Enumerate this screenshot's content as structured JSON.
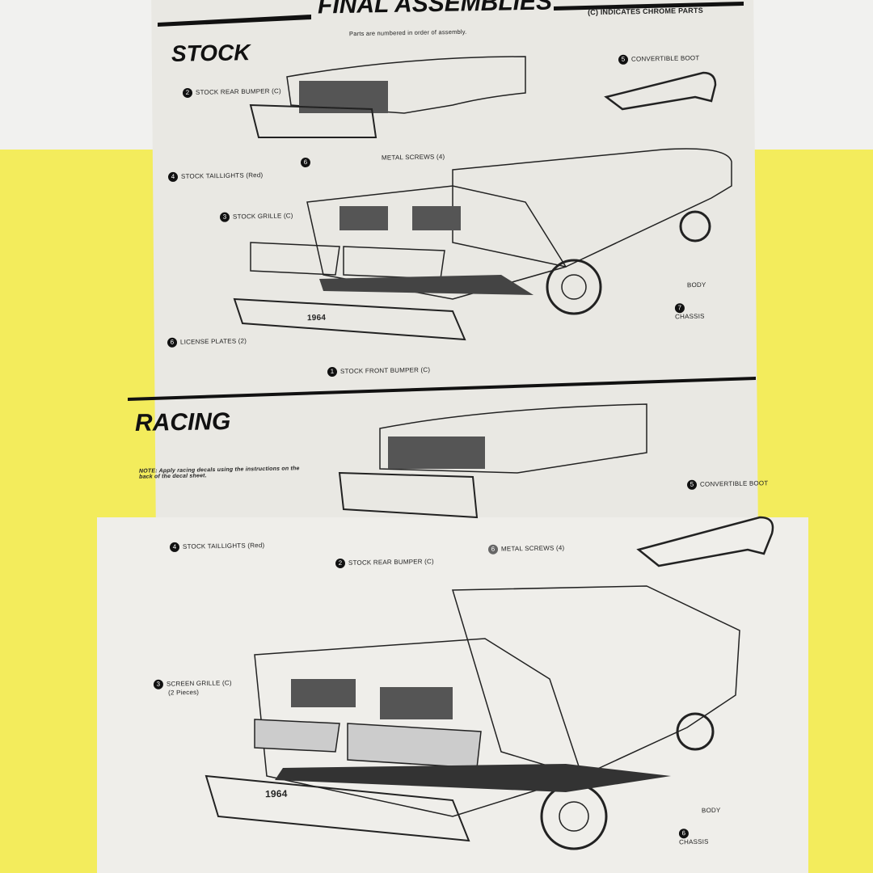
{
  "header": {
    "title": "FINAL ASSEMBLIES",
    "chrome_note": "(C) INDICATES CHROME PARTS",
    "subtitle": "Parts are numbered in order of assembly."
  },
  "stock": {
    "heading": "STOCK",
    "labels": [
      {
        "n": "2",
        "text": "STOCK REAR BUMPER (C)"
      },
      {
        "n": "4",
        "text": "STOCK TAILLIGHTS (Red)"
      },
      {
        "n": "6",
        "text": ""
      },
      {
        "n": "",
        "text": "METAL SCREWS (4)"
      },
      {
        "n": "5",
        "text": "CONVERTIBLE BOOT"
      },
      {
        "n": "3",
        "text": "STOCK GRILLE (C)"
      },
      {
        "n": "6",
        "text": "LICENSE PLATES (2)"
      },
      {
        "n": "1",
        "text": "STOCK FRONT BUMPER (C)"
      },
      {
        "n": "",
        "text": "BODY"
      },
      {
        "n": "7",
        "text": "CHASSIS"
      }
    ]
  },
  "racing": {
    "heading": "RACING",
    "note_label": "NOTE:",
    "note": "Apply racing decals using the instructions on the back of the decal sheet.",
    "labels": [
      {
        "n": "4",
        "text": "STOCK TAILLIGHTS (Red)"
      },
      {
        "n": "2",
        "text": "STOCK REAR BUMPER (C)"
      },
      {
        "n": "6",
        "text": "METAL SCREWS (4)"
      },
      {
        "n": "5",
        "text": "CONVERTIBLE BOOT"
      },
      {
        "n": "3",
        "text": "SCREEN GRILLE (C)"
      },
      {
        "n": "",
        "text": "(2 Pieces)"
      },
      {
        "n": "",
        "text": "BODY"
      },
      {
        "n": "6",
        "text": "CHASSIS"
      }
    ]
  },
  "plate_text": "1964"
}
